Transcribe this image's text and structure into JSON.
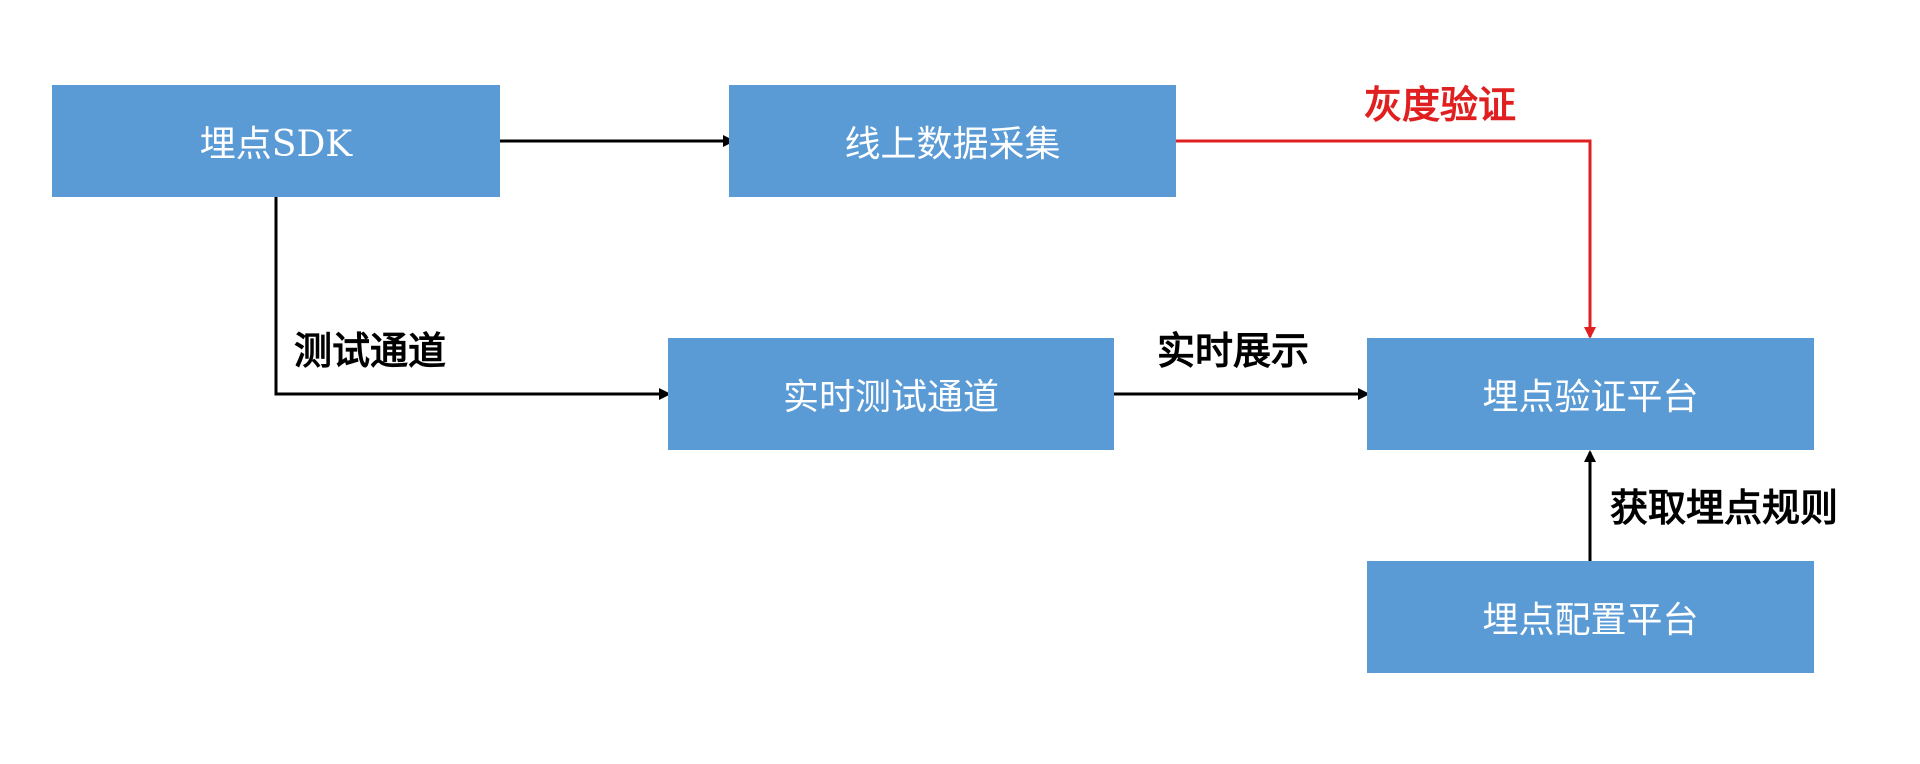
{
  "nodes": {
    "sdk": "埋点SDK",
    "online_collection": "线上数据采集",
    "realtime_test_channel": "实时测试通道",
    "verify_platform": "埋点验证平台",
    "config_platform": "埋点配置平台"
  },
  "edges": {
    "gray_verify": "灰度验证",
    "test_channel": "测试通道",
    "realtime_display": "实时展示",
    "fetch_rules": "获取埋点规则"
  },
  "colors": {
    "box_fill": "#5b9bd5",
    "box_text": "#ffffff",
    "line": "#000000",
    "highlight": "#e02020"
  }
}
